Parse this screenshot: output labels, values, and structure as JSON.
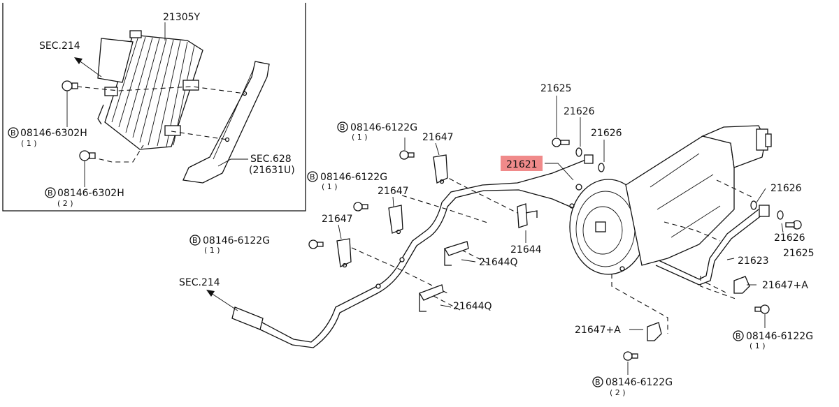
{
  "diagram": {
    "labels": {
      "cooler_part": "21305Y",
      "sec214_top": "SEC.214",
      "bolt_top_1": "08146-6302H",
      "bolt_top_1_qty": "( 1 )",
      "bolt_top_2": "08146-6302H",
      "bolt_top_2_qty": "( 2 )",
      "sec628": "SEC.628",
      "sec628_sub": "(21631U)",
      "p21625_top": "21625",
      "p21626_a": "21626",
      "p21626_b": "21626",
      "p21626_c": "21626",
      "p21626_d": "21626",
      "p21625_right": "21625",
      "highlighted": "21621",
      "bolt_mid_1": "08146-6122G",
      "bolt_mid_1_qty": "( 1 )",
      "bolt_mid_2": "08146-6122G",
      "bolt_mid_2_qty": "( 1 )",
      "bolt_mid_3": "08146-6122G",
      "bolt_mid_3_qty": "( 1 )",
      "p21647_a": "21647",
      "p21647_b": "21647",
      "p21647_c": "21647",
      "p21644": "21644",
      "p21644q_a": "21644Q",
      "p21644q_b": "21644Q",
      "sec214_bottom": "SEC.214",
      "p21623": "21623",
      "p21647a_right": "21647+A",
      "p21647a_bottom": "21647+A",
      "bolt_right": "08146-6122G",
      "bolt_right_qty": "( 1 )",
      "bolt_bottom": "08146-6122G",
      "bolt_bottom_qty": "( 2 )",
      "b_symbol": "B"
    },
    "colors": {
      "line": "#111111",
      "highlight": "#f08a8a",
      "background": "#ffffff"
    }
  }
}
